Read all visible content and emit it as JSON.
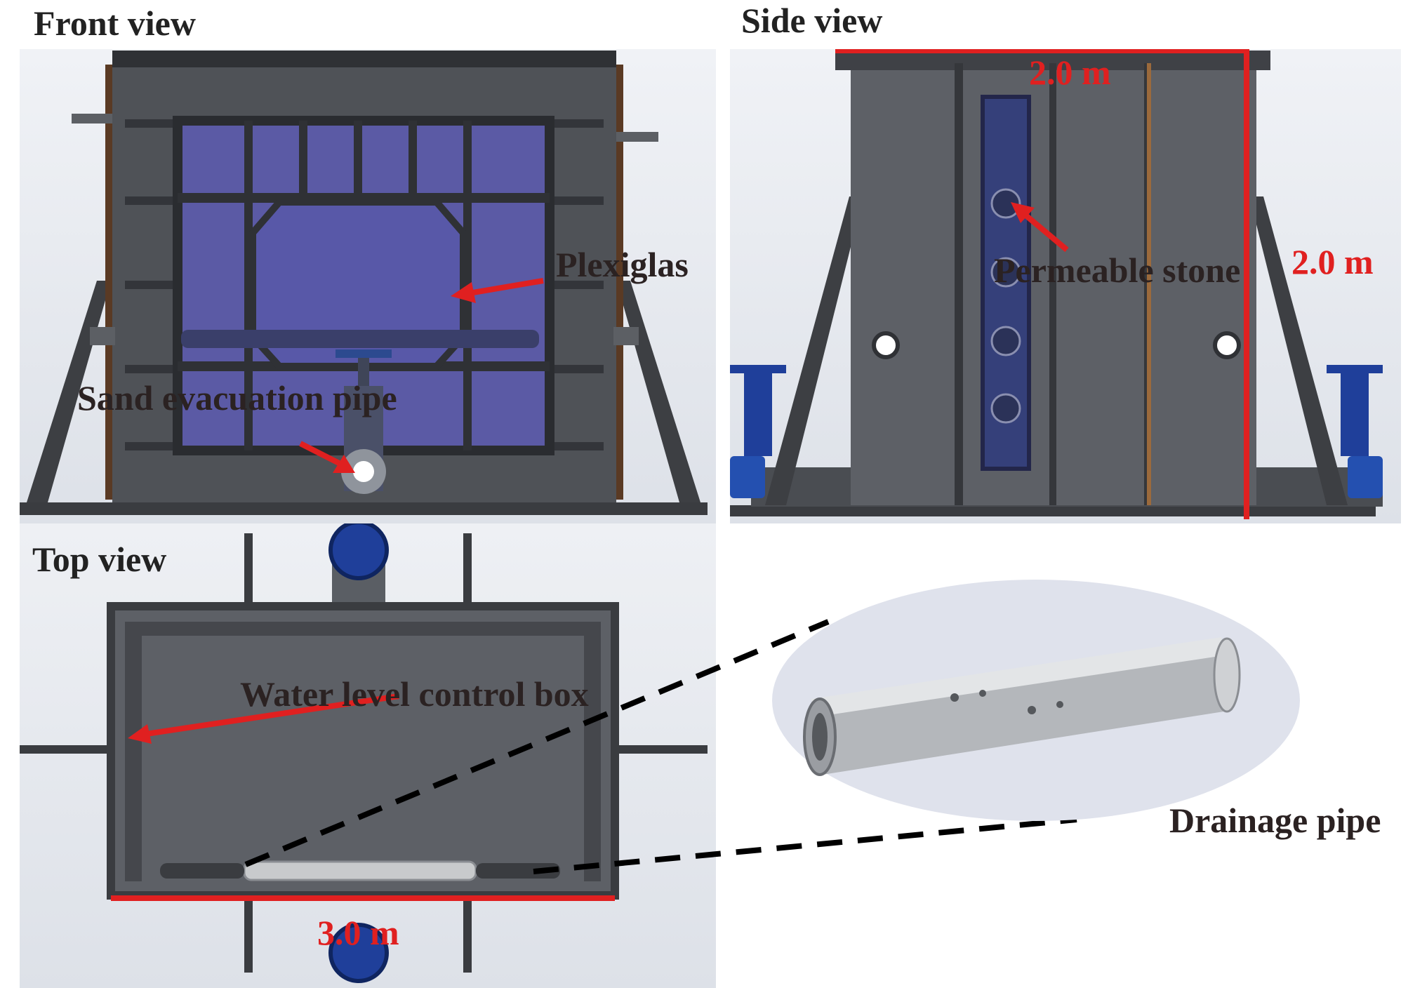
{
  "views": {
    "front": "Front view",
    "side": "Side view",
    "top": "Top view"
  },
  "labels": {
    "plexiglas": "Plexiglas",
    "sand_pipe": "Sand evacuation pipe",
    "permeable_stone": "Permeable stone",
    "water_box": "Water level control box",
    "drainage_pipe": "Drainage pipe"
  },
  "dimensions": {
    "side_width": "2.0 m",
    "side_height": "2.0 m",
    "top_length": "3.0 m"
  },
  "colors": {
    "annotation": "#e02020",
    "frame": "#4a4d52",
    "steel": "#5e6268",
    "plexiglas": "#5a5aa0",
    "valve": "#1f3f9a",
    "background": "#e6e9ef"
  }
}
